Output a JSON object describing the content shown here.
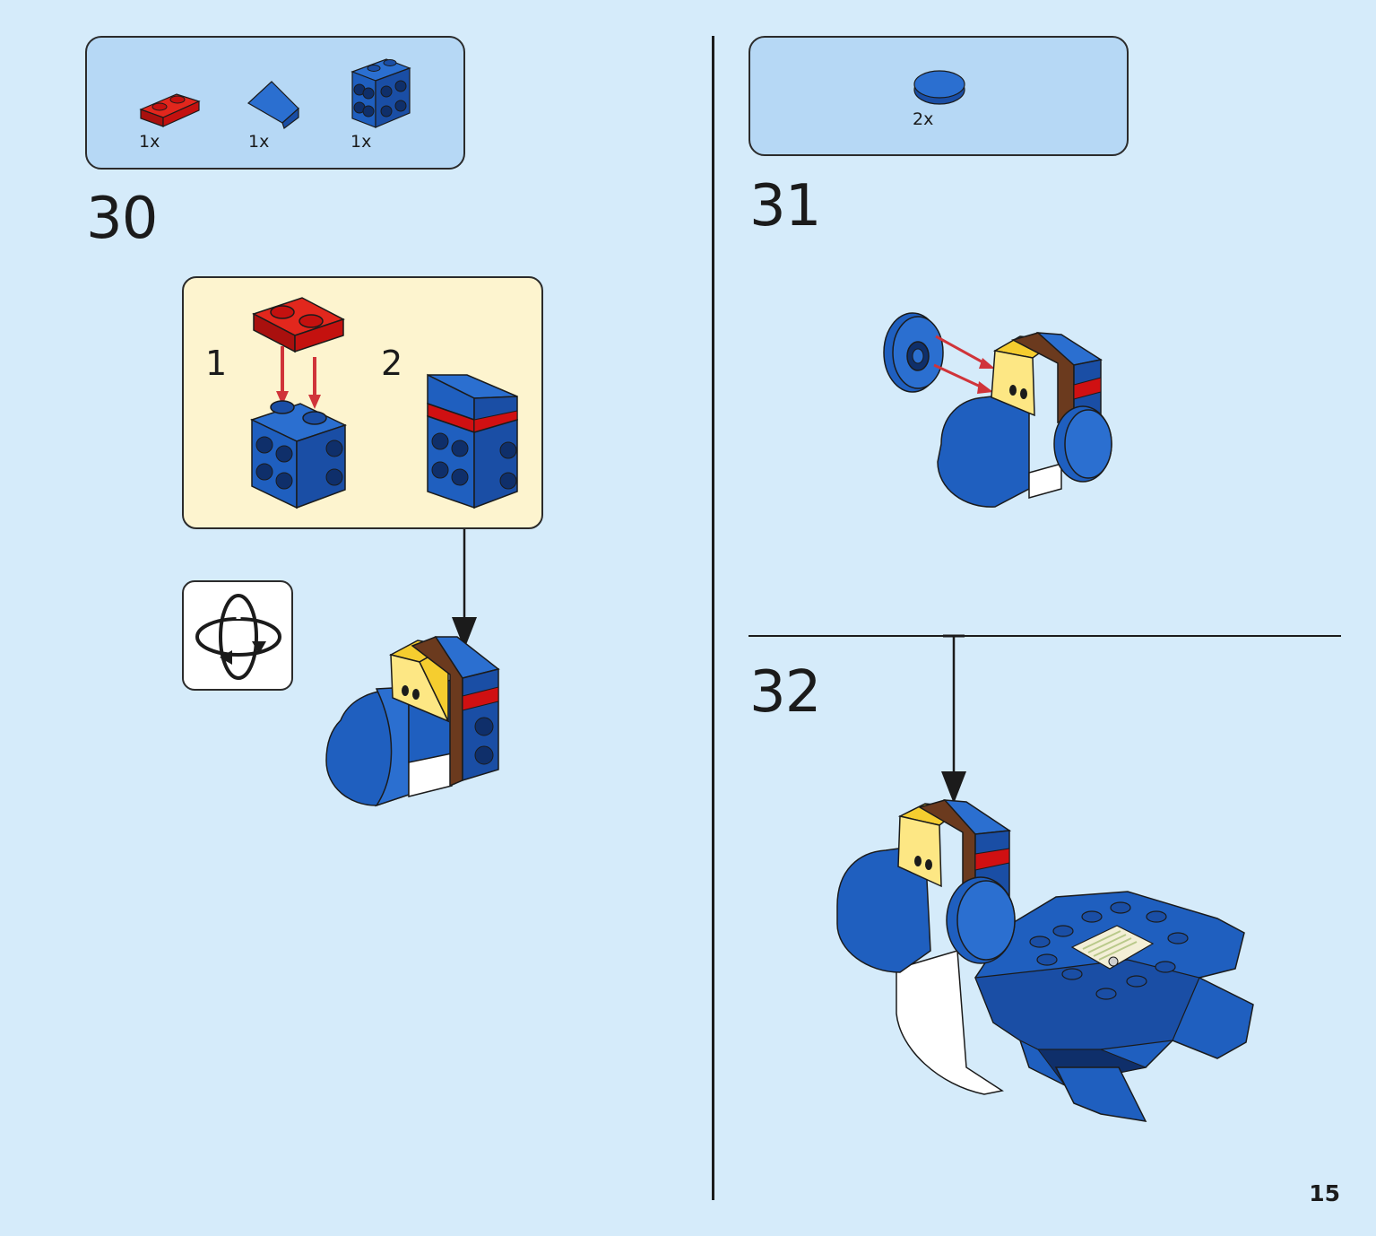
{
  "page": {
    "number": "15"
  },
  "steps": [
    {
      "number": "30",
      "parts": [
        {
          "qty": "1x",
          "icon": "red-plate-1x2-icon"
        },
        {
          "qty": "1x",
          "icon": "blue-slope-icon"
        },
        {
          "qty": "1x",
          "icon": "blue-brick-studs-on-sides-icon"
        }
      ],
      "substeps": [
        "1",
        "2"
      ]
    },
    {
      "number": "31",
      "parts": [
        {
          "qty": "2x",
          "icon": "blue-round-tile-icon"
        }
      ]
    },
    {
      "number": "32"
    }
  ],
  "colors": {
    "background": "#d5ebfa",
    "parts_box": "#b6d8f5",
    "substep_box": "#fdf4cf",
    "brick_blue": "#1f5fbf",
    "brick_red": "#d01012",
    "brick_yellow": "#f5cd2f",
    "brick_brown": "#6b3a1e",
    "arrow_red": "#d0343a"
  }
}
